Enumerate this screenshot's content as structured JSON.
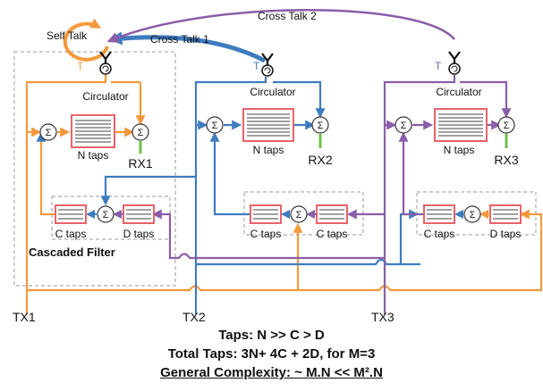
{
  "labels": {
    "self_talk": "Self Talk",
    "cross_talk_1": "Cross Talk 1",
    "cross_talk_2": "Cross Talk 2",
    "circulator": "Circulator",
    "n_taps": "N taps",
    "c_taps": "C taps",
    "d_taps": "D taps",
    "cascaded_filter": "Cascaded Filter",
    "t_port": "T",
    "sigma": "Σ",
    "rx1": "RX1",
    "rx2": "RX2",
    "rx3": "RX3",
    "tx1": "TX1",
    "tx2": "TX2",
    "tx3": "TX3"
  },
  "captions": {
    "line1": "Taps: N >> C > D",
    "line2": "Total Taps: 3N+ 4C + 2D, for M=3",
    "line3": "General Complexity: ~ M.N << M².N"
  },
  "colors": {
    "orange": "#F39A3C",
    "blue": "#3E7CC0",
    "purple": "#8A5EA8",
    "green": "#6CC24A",
    "filter_border": "#E8636A",
    "filter_lines": "#808080",
    "dashed_box": "#999999"
  }
}
